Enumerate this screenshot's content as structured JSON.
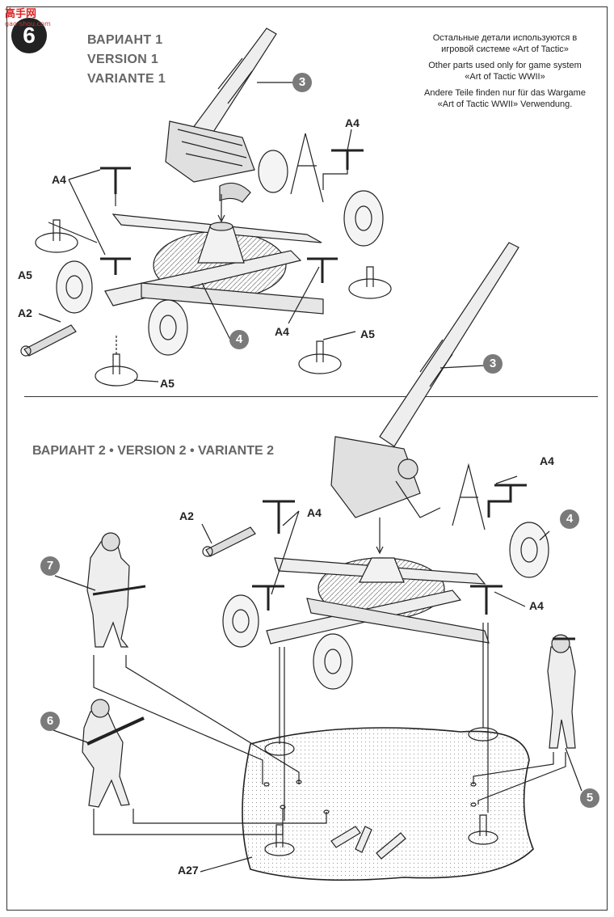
{
  "step_number": "6",
  "watermark": {
    "text": "高手网",
    "sub": "gao-shou.com"
  },
  "version1": {
    "lines": [
      "ВАРИАНТ 1",
      "VERSION 1",
      "VARIANTE 1"
    ]
  },
  "notes": [
    "Остальные детали используются в игровой системе «Art of Tactic»",
    "Other parts used only for game system «Art of Tactic WWII»",
    "Andere Teile finden nur für das Wargame «Art of Tactic WWII» Verwendung."
  ],
  "version2": {
    "title": "ВАРИАНТ 2 • VERSION 2 • VARIANTE 2"
  },
  "labels": {
    "a4": "A4",
    "a5": "A5",
    "a2": "A2",
    "a27": "A27"
  },
  "callouts": {
    "c3": "3",
    "c4": "4",
    "c5": "5",
    "c6": "6",
    "c7": "7"
  },
  "colors": {
    "ink": "#222222",
    "callout": "#7a7a7a",
    "title": "#666666"
  }
}
